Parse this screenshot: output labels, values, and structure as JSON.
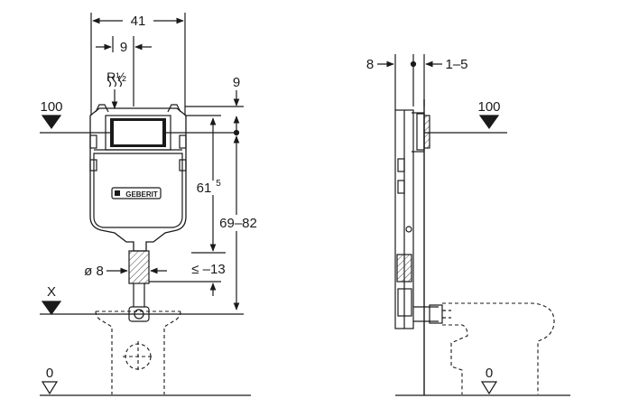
{
  "front_view": {
    "width_label": "41",
    "offset_label": "9",
    "connection_label": "R½",
    "top_gap_label": "9",
    "level_top_label": "100",
    "height_label_main": "61",
    "height_label_sup": "5",
    "height_range_label": "69–82",
    "pipe_diameter_label": "ø 8",
    "pipe_offset_label": "≤ –13",
    "level_x_label": "X",
    "floor_label": "0",
    "brand_label": "GEBERIT"
  },
  "side_view": {
    "depth_label": "8",
    "wall_gap_label": "1–5",
    "level_top_label": "100",
    "floor_label": "0"
  },
  "colors": {
    "line": "#1a1a1a",
    "hatch": "#555555",
    "background": "#ffffff"
  }
}
